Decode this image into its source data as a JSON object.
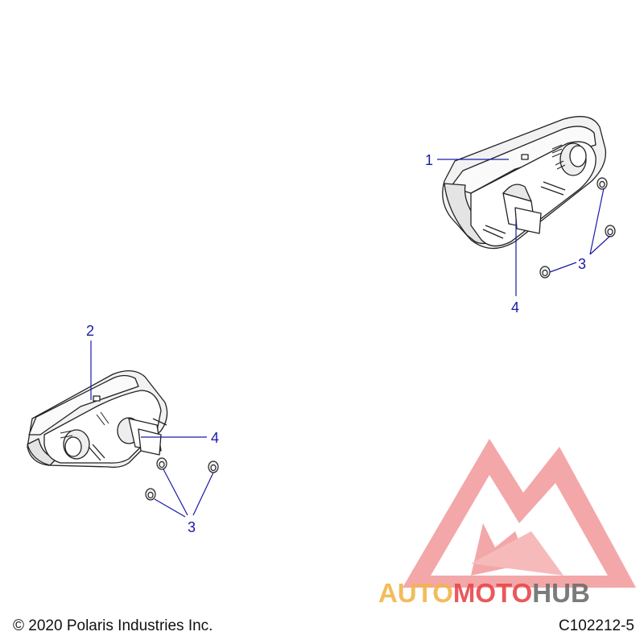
{
  "callouts": {
    "c1": "1",
    "c2": "2",
    "c3a": "3",
    "c3b": "3",
    "c4a": "4",
    "c4b": "4"
  },
  "footer": {
    "copyright": "© 2020 Polaris Industries Inc.",
    "code": "C102212-5"
  },
  "watermark": {
    "text_part1": "AUTO",
    "text_part2": "MOTO",
    "text_part3": "HUB"
  },
  "colors": {
    "callout": "#1a1aa8",
    "line_art": "#222222",
    "watermark_red": "#e8474c",
    "watermark_orange": "#f2b54a",
    "watermark_gray": "#6d6d6d"
  }
}
